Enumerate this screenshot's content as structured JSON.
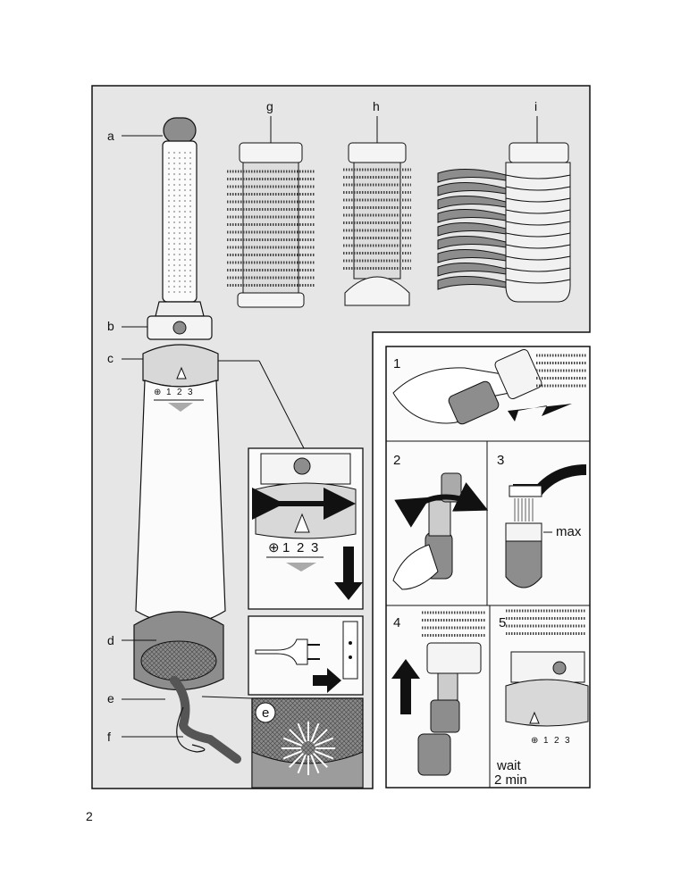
{
  "page": {
    "number": "2"
  },
  "overview": {
    "labels": {
      "a": "a",
      "b": "b",
      "c": "c",
      "d": "d",
      "e": "e",
      "f": "f",
      "g": "g",
      "h": "h",
      "i": "i"
    }
  },
  "dial": {
    "symbol_marks": [
      "1",
      "2",
      "3"
    ]
  },
  "steps": {
    "s1": "1",
    "s2": "2",
    "s3": "3",
    "s4": "4",
    "s5": "5",
    "max_label": "max",
    "wait_line1": "wait",
    "wait_line2": "2 min"
  },
  "inset_e_label": "e"
}
